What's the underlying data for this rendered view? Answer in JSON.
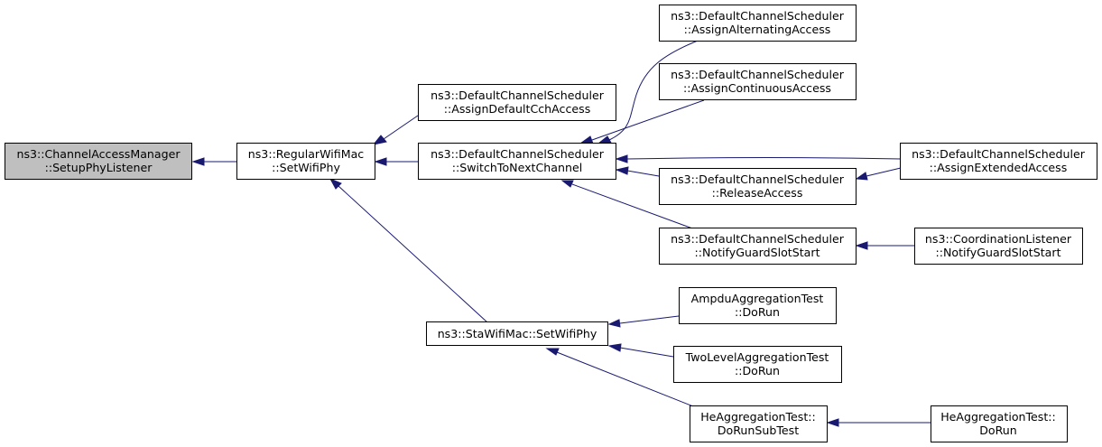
{
  "colors": {
    "edge": "#191970",
    "node_border": "#000000",
    "node_fill": "#ffffff",
    "root_fill": "#bfbfbf",
    "text": "#000000"
  },
  "nodes": {
    "setup_phy_listener": {
      "line1": "ns3::ChannelAccessManager",
      "line2": "::SetupPhyListener"
    },
    "regular_set_wifi_phy": {
      "line1": "ns3::RegularWifiMac",
      "line2": "::SetWifiPhy"
    },
    "assign_default_cch_access": {
      "line1": "ns3::DefaultChannelScheduler",
      "line2": "::AssignDefaultCchAccess"
    },
    "switch_to_next_channel": {
      "line1": "ns3::DefaultChannelScheduler",
      "line2": "::SwitchToNextChannel"
    },
    "sta_set_wifi_phy": {
      "line1": "ns3::StaWifiMac::SetWifiPhy",
      "line2": ""
    },
    "assign_alternating_access": {
      "line1": "ns3::DefaultChannelScheduler",
      "line2": "::AssignAlternatingAccess"
    },
    "assign_continuous_access": {
      "line1": "ns3::DefaultChannelScheduler",
      "line2": "::AssignContinuousAccess"
    },
    "release_access": {
      "line1": "ns3::DefaultChannelScheduler",
      "line2": "::ReleaseAccess"
    },
    "notify_guard_slot_start": {
      "line1": "ns3::DefaultChannelScheduler",
      "line2": "::NotifyGuardSlotStart"
    },
    "assign_extended_access": {
      "line1": "ns3::DefaultChannelScheduler",
      "line2": "::AssignExtendedAccess"
    },
    "coord_notify_guard_slot": {
      "line1": "ns3::CoordinationListener",
      "line2": "::NotifyGuardSlotStart"
    },
    "ampdu_do_run": {
      "line1": "AmpduAggregationTest",
      "line2": "::DoRun"
    },
    "two_level_do_run": {
      "line1": "TwoLevelAggregationTest",
      "line2": "::DoRun"
    },
    "he_do_run_sub_test": {
      "line1": "HeAggregationTest::",
      "line2": "DoRunSubTest"
    },
    "he_do_run": {
      "line1": "HeAggregationTest::",
      "line2": "DoRun"
    }
  }
}
